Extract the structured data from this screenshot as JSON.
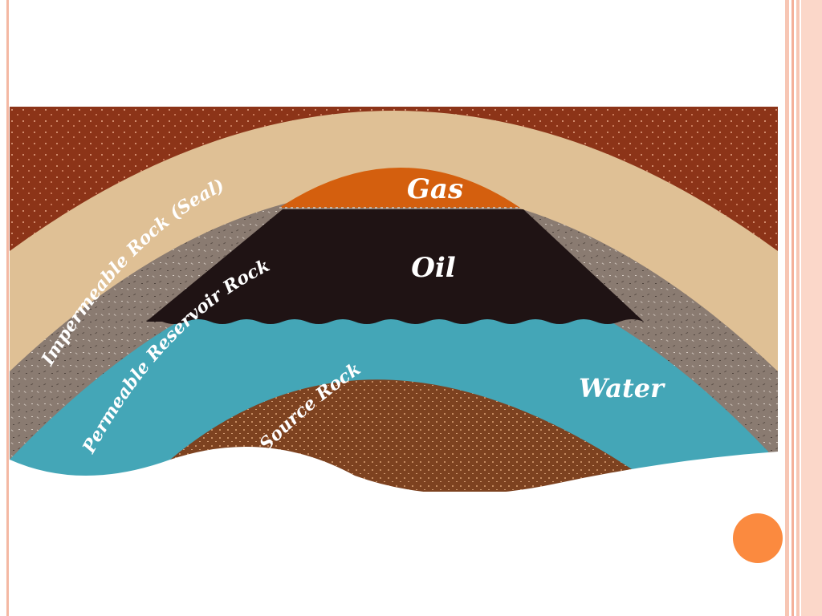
{
  "labels": {
    "gas": "Gas",
    "oil": "Oil",
    "water": "Water",
    "seal": "Impermeable Rock (Seal)",
    "reservoir": "Permeable Reservoir Rock",
    "source": "Source Rock"
  },
  "colors": {
    "outer_rock": "#8c3418",
    "tan_layer": "#dfc095",
    "seal_rock": "#8a7b71",
    "gas": "#d45f0e",
    "oil": "#1f1314",
    "water": "#44a6b7",
    "source_rock": "#7d4220",
    "accent": "#fb8a3f",
    "border": "#f4b8a3"
  }
}
